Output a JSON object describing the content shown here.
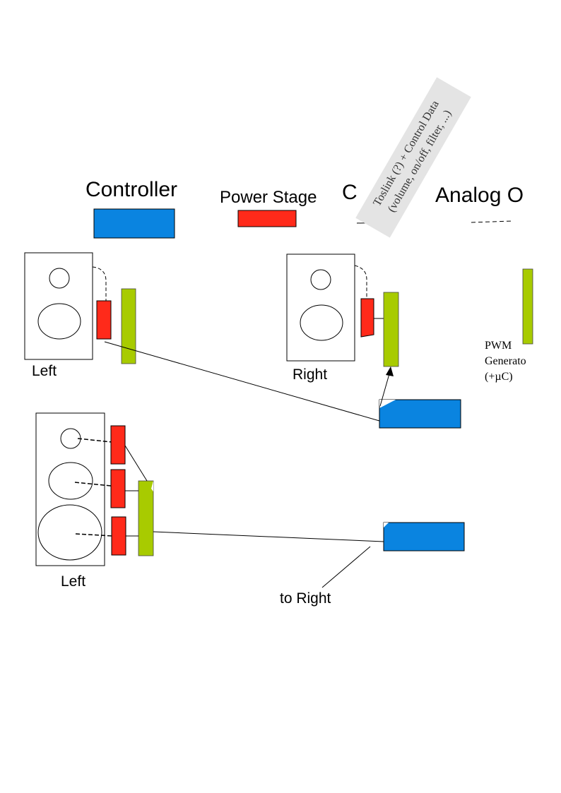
{
  "legend": {
    "controller": "Controller",
    "power_stage": "Power Stage",
    "c_partial": "C",
    "analog_partial": "Analog O",
    "colors": {
      "controller": "#0a84e0",
      "power_stage": "#ff2a1a",
      "pwm": "#a8cb00"
    }
  },
  "toslink_note": {
    "line1": "Toslink (?) + Control Data",
    "line2": "(volume, on/off, filter, ...)"
  },
  "pwm_generator": {
    "line1": "PWM",
    "line2": "Generato",
    "line3": "(+µC)"
  },
  "speakers": {
    "top_left": "Left",
    "top_right": "Right",
    "bottom_left": "Left"
  },
  "to_right": "to Right"
}
